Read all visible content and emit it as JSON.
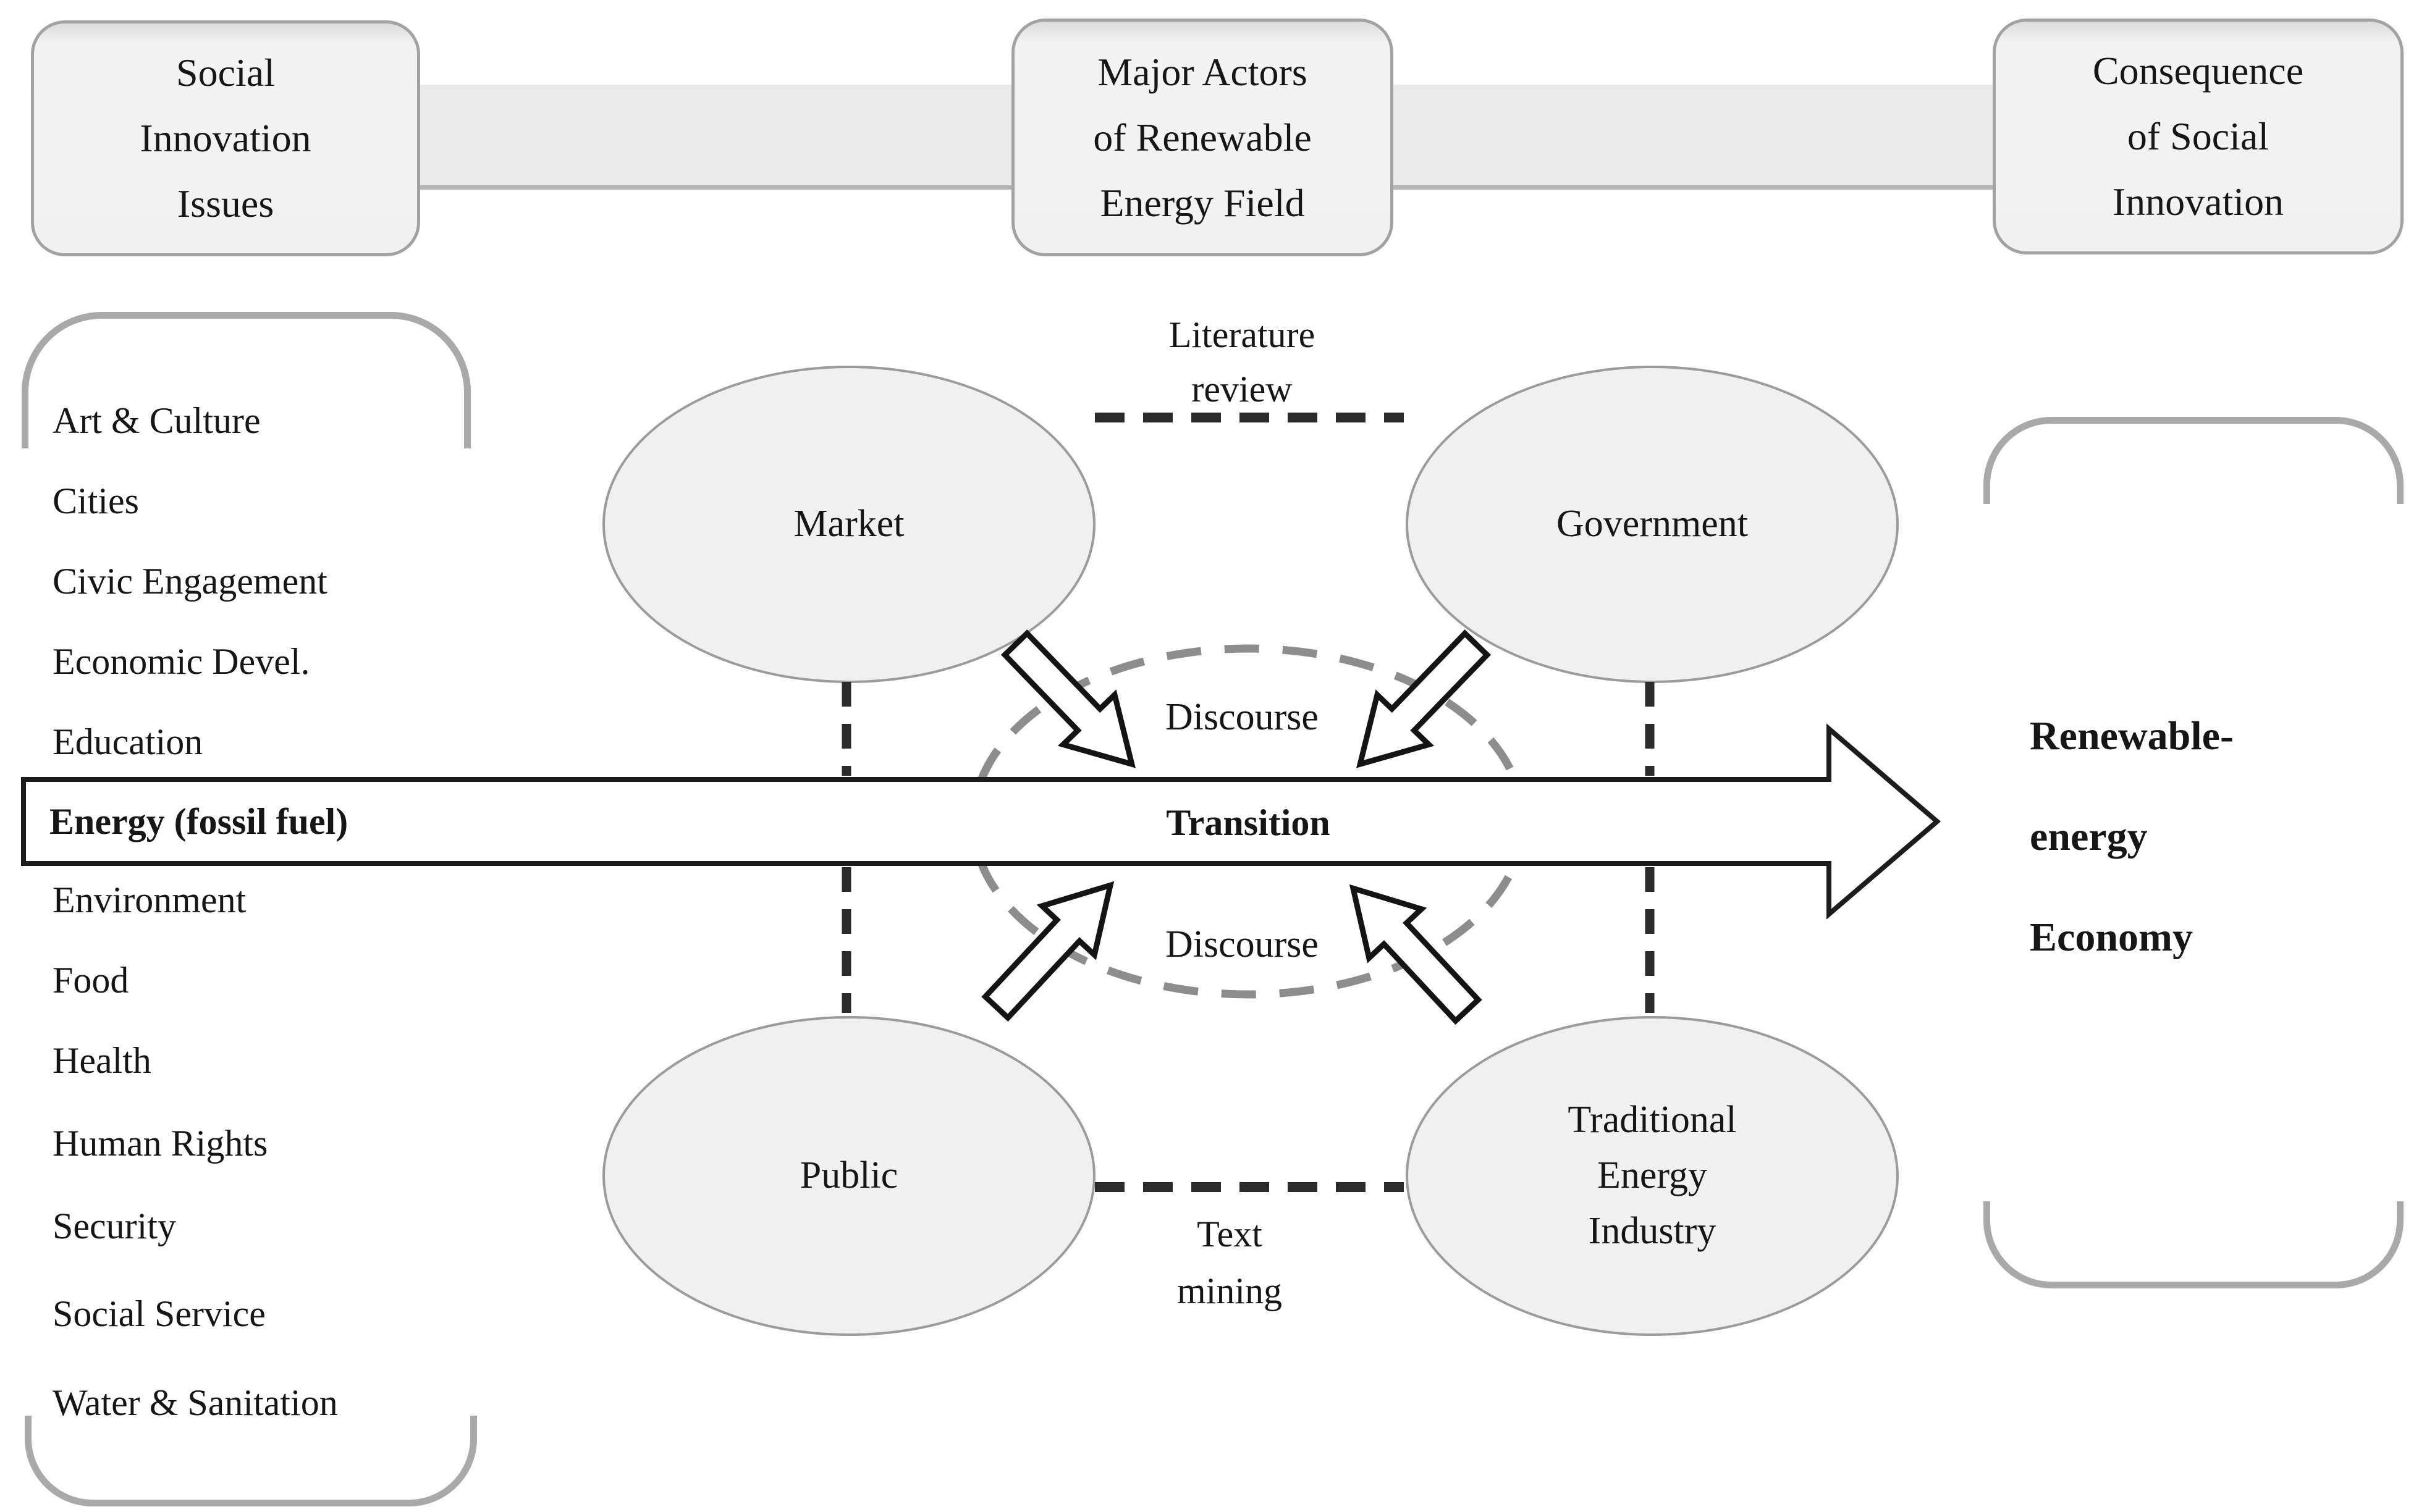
{
  "title_row": {
    "issues_box": "Social\nInnovation\nIssues",
    "actors_box": "Major Actors\nof Renewable\nEnergy Field",
    "consequence_box": "Consequence\nof Social\nInnovation"
  },
  "issues_list": {
    "items": [
      {
        "label": "Art & Culture"
      },
      {
        "label": "Cities"
      },
      {
        "label": "Civic Engagement"
      },
      {
        "label": "Economic Devel."
      },
      {
        "label": "Education"
      },
      {
        "label": "Energy (fossil fuel)",
        "emphasis": true
      },
      {
        "label": "Environment"
      },
      {
        "label": "Food"
      },
      {
        "label": "Health"
      },
      {
        "label": "Human Rights"
      },
      {
        "label": "Security"
      },
      {
        "label": "Social Service"
      },
      {
        "label": "Water & Sanitation"
      }
    ]
  },
  "actors": {
    "market": "Market",
    "government": "Government",
    "public": "Public",
    "traditional_energy_industry": "Traditional\nEnergy\nIndustry"
  },
  "methods": {
    "literature_review": "Literature\nreview",
    "text_mining": "Text\nmining"
  },
  "process": {
    "discourse_top": "Discourse",
    "discourse_bottom": "Discourse",
    "transition": "Transition"
  },
  "outcome": {
    "renewable_energy_economy": "Renewable-\nenergy\nEconomy"
  },
  "colors": {
    "band_gray": "#ebebeb",
    "box_fill": "#f1f1f1",
    "ellipse_fill": "#f0f0f0",
    "bracket_gray": "#a9a9a9",
    "dash_dark": "#2b2b2b",
    "dash_gray": "#8d8d8d",
    "outline_black": "#1c1c1c"
  }
}
